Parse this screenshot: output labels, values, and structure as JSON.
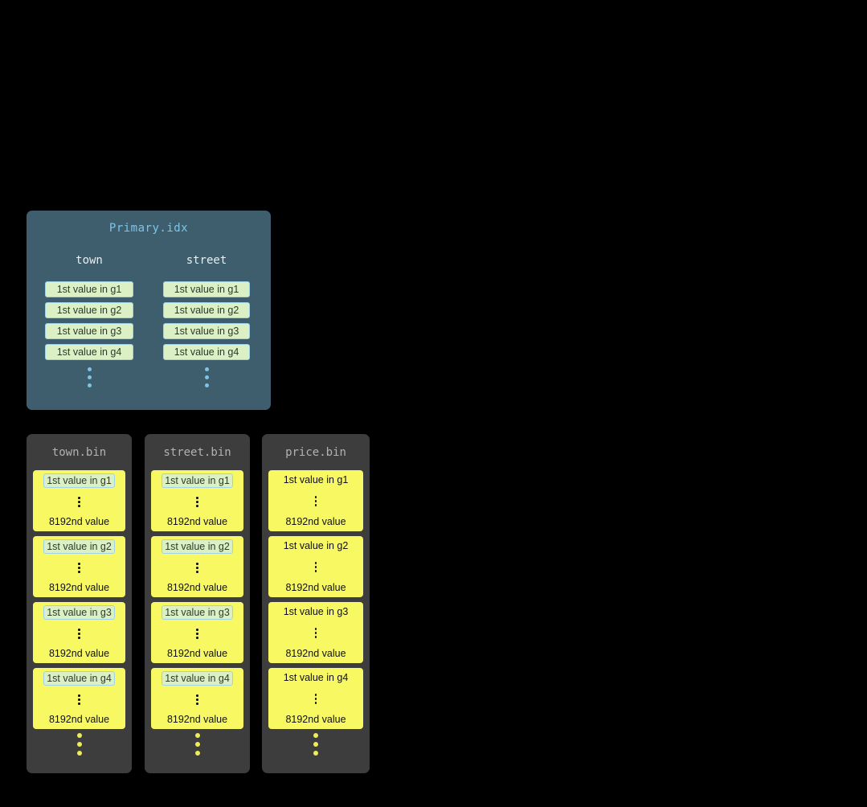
{
  "primary_index": {
    "title": "Primary.idx",
    "columns": [
      {
        "name": "town",
        "entries": [
          "1st value in g1",
          "1st value in g2",
          "1st value in g3",
          "1st value in g4"
        ]
      },
      {
        "name": "street",
        "entries": [
          "1st value in g1",
          "1st value in g2",
          "1st value in g3",
          "1st value in g4"
        ]
      }
    ]
  },
  "bin_files": [
    {
      "title": "town.bin",
      "granules": [
        {
          "first_value": "1st value in g1",
          "last_value": "8192nd value",
          "highlighted": true
        },
        {
          "first_value": "1st value in g2",
          "last_value": "8192nd value",
          "highlighted": true
        },
        {
          "first_value": "1st value in g3",
          "last_value": "8192nd value",
          "highlighted": true
        },
        {
          "first_value": "1st value in g4",
          "last_value": "8192nd value",
          "highlighted": true
        }
      ]
    },
    {
      "title": "street.bin",
      "granules": [
        {
          "first_value": "1st value in g1",
          "last_value": "8192nd value",
          "highlighted": true
        },
        {
          "first_value": "1st value in g2",
          "last_value": "8192nd value",
          "highlighted": true
        },
        {
          "first_value": "1st value in g3",
          "last_value": "8192nd value",
          "highlighted": true
        },
        {
          "first_value": "1st value in g4",
          "last_value": "8192nd value",
          "highlighted": true
        }
      ]
    },
    {
      "title": "price.bin",
      "granules": [
        {
          "first_value": "1st value in g1",
          "last_value": "8192nd value",
          "highlighted": false
        },
        {
          "first_value": "1st value in g2",
          "last_value": "8192nd value",
          "highlighted": false
        },
        {
          "first_value": "1st value in g3",
          "last_value": "8192nd value",
          "highlighted": false
        },
        {
          "first_value": "1st value in g4",
          "last_value": "8192nd value",
          "highlighted": false
        }
      ]
    }
  ],
  "colors": {
    "background": "#000000",
    "primary_panel": "#3f5e6d",
    "primary_title": "#7cc5e8",
    "entry_box_bg": "#dcf0c6",
    "entry_box_border": "#9fd2e8",
    "bin_panel": "#3d3d3d",
    "bin_title": "#b2b2b2",
    "granule_bg": "#f8f863",
    "dot_blue": "#7cc5e8",
    "dot_yellow": "#eded5c"
  }
}
